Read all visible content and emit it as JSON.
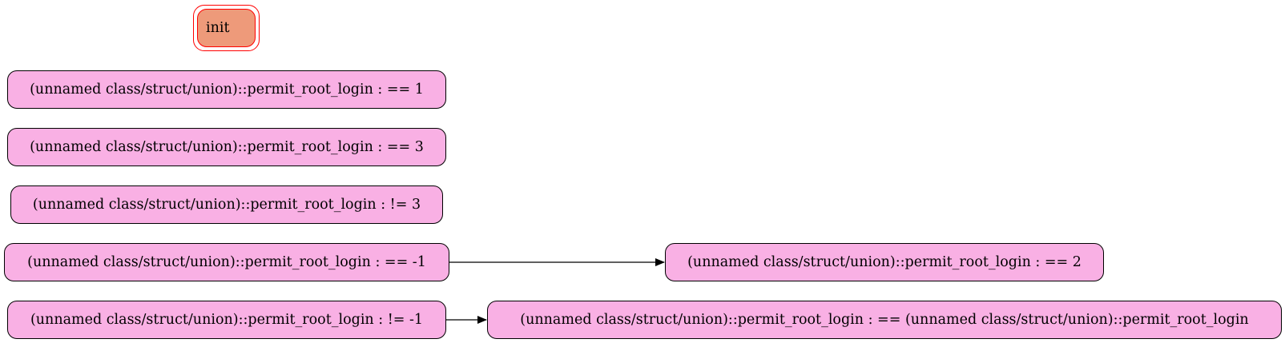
{
  "nodes": {
    "init": {
      "label": "init",
      "border_color": "#ff0000",
      "fill_color": "#ee9a7a"
    },
    "n1": {
      "label": "(unnamed class/struct/union)::permit_root_login : == 1"
    },
    "n2": {
      "label": "(unnamed class/struct/union)::permit_root_login : == 3"
    },
    "n3": {
      "label": "(unnamed class/struct/union)::permit_root_login : != 3"
    },
    "n4": {
      "label": "(unnamed class/struct/union)::permit_root_login : == -1"
    },
    "n5": {
      "label": "(unnamed class/struct/union)::permit_root_login : != -1"
    },
    "n6": {
      "label": "(unnamed class/struct/union)::permit_root_login : == 2"
    },
    "n7": {
      "label": "(unnamed class/struct/union)::permit_root_login : == (unnamed class/struct/union)::permit_root_login"
    }
  },
  "edges": [
    {
      "from": "n4",
      "to": "n6"
    },
    {
      "from": "n5",
      "to": "n7"
    }
  ],
  "colors": {
    "node_fill": "#f9b0e4",
    "node_border": "#000000",
    "edge": "#000000"
  }
}
